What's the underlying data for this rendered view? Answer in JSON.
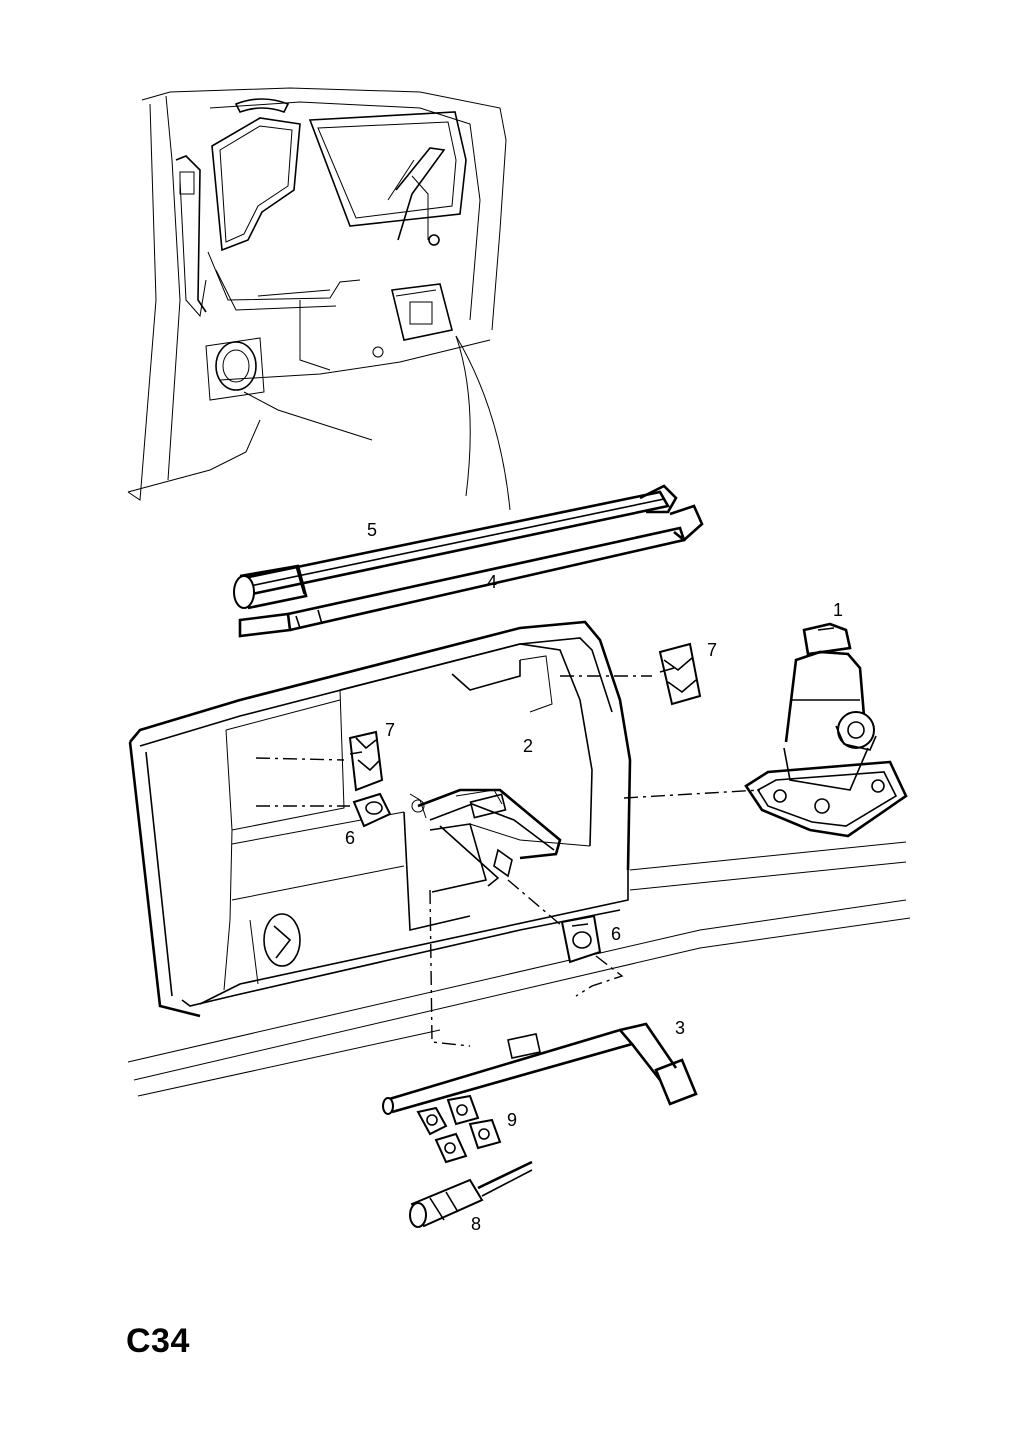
{
  "diagram": {
    "page_code": "C34",
    "parts": [
      {
        "id": "jack",
        "label": "1"
      },
      {
        "id": "jack-holder",
        "label": "2"
      },
      {
        "id": "wheel-wrench",
        "label": "3"
      },
      {
        "id": "bar-lower",
        "label": "4"
      },
      {
        "id": "bar-upper",
        "label": "5"
      },
      {
        "id": "clip-lower-left",
        "label": "6"
      },
      {
        "id": "clip-lower-right",
        "label": "6"
      },
      {
        "id": "clip-upper-left",
        "label": "7"
      },
      {
        "id": "clip-upper-right",
        "label": "7"
      },
      {
        "id": "screwdriver",
        "label": "8"
      },
      {
        "id": "clip-set",
        "label": "9"
      }
    ]
  }
}
